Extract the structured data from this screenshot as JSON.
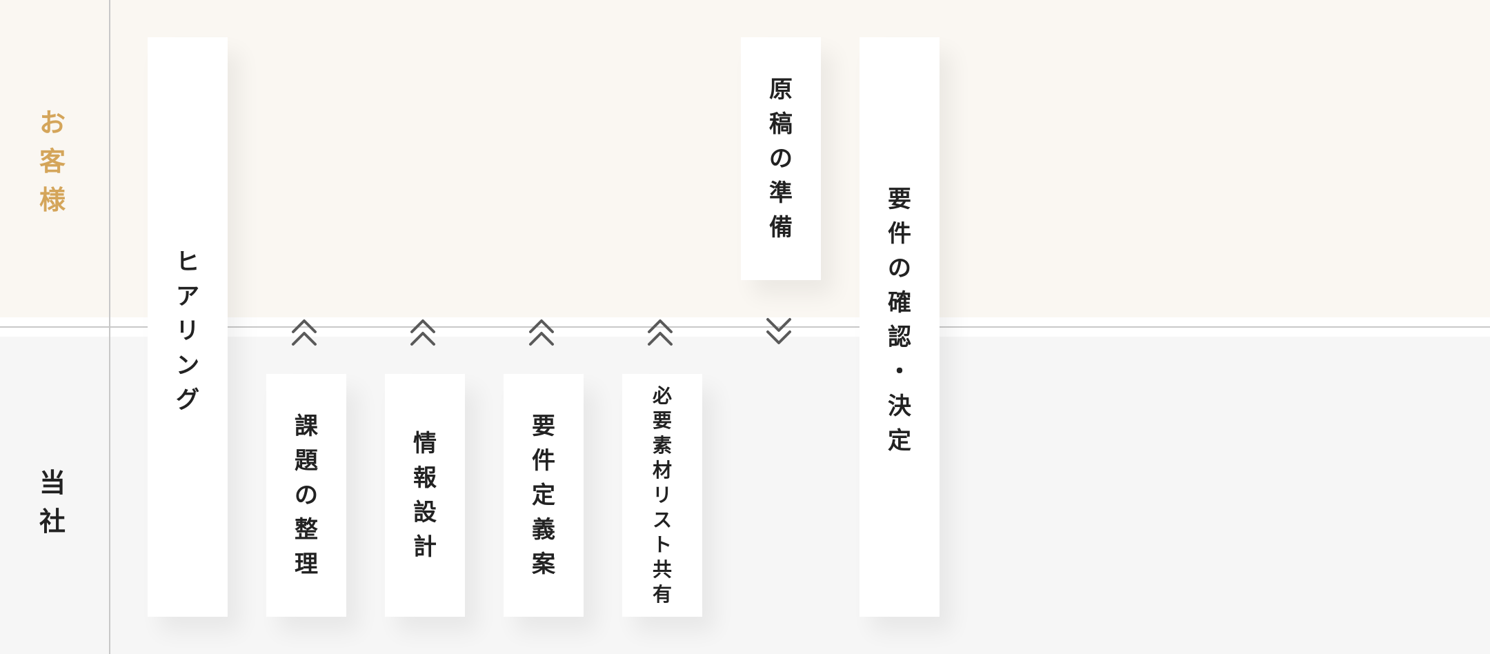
{
  "lanes": {
    "client": {
      "label": "お客様",
      "chars": [
        "お",
        "客",
        "様"
      ],
      "color": "#d4a55a"
    },
    "us": {
      "label": "当社",
      "chars": [
        "当",
        "社"
      ]
    }
  },
  "cards": [
    {
      "id": "hearing",
      "label": "ヒアリング",
      "chars": [
        "ヒ",
        "ア",
        "リ",
        "ン",
        "グ"
      ],
      "lane": "both"
    },
    {
      "id": "issues",
      "label": "課題の整理",
      "chars": [
        "課",
        "題",
        "の",
        "整",
        "理"
      ],
      "lane": "us"
    },
    {
      "id": "info",
      "label": "情報設計",
      "chars": [
        "情",
        "報",
        "設",
        "計"
      ],
      "lane": "us"
    },
    {
      "id": "req",
      "label": "要件定義案",
      "chars": [
        "要",
        "件",
        "定",
        "義",
        "案"
      ],
      "lane": "us"
    },
    {
      "id": "materials",
      "label": "必要素材リスト共有",
      "chars": [
        "必",
        "要",
        "素",
        "材",
        "リ",
        "ス",
        "ト",
        "共",
        "有"
      ],
      "lane": "us"
    },
    {
      "id": "draft",
      "label": "原稿の準備",
      "chars": [
        "原",
        "稿",
        "の",
        "準",
        "備"
      ],
      "lane": "client"
    },
    {
      "id": "confirm",
      "label": "要件の確認・決定",
      "chars": [
        "要",
        "件",
        "の",
        "確",
        "認",
        "・",
        "決",
        "定"
      ],
      "lane": "both"
    }
  ],
  "arrows": [
    {
      "direction": "up",
      "icon": "double-chevron-up-icon"
    },
    {
      "direction": "up",
      "icon": "double-chevron-up-icon"
    },
    {
      "direction": "up",
      "icon": "double-chevron-up-icon"
    },
    {
      "direction": "up",
      "icon": "double-chevron-up-icon"
    },
    {
      "direction": "down",
      "icon": "double-chevron-down-icon"
    }
  ]
}
